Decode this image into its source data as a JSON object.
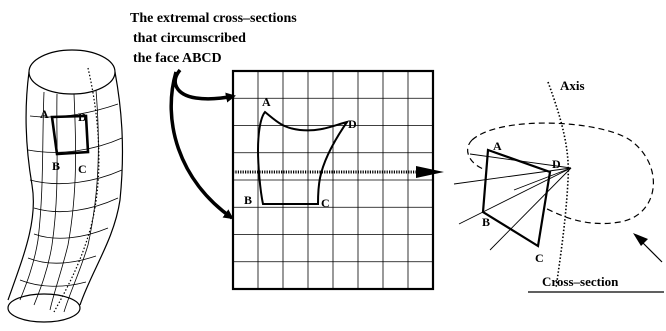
{
  "caption": {
    "line1": "The extremal cross–sections",
    "line2": "that circumscribed",
    "line3": "the face ABCD"
  },
  "surface_labels": {
    "a": "A",
    "b": "B",
    "c": "C",
    "d": "D"
  },
  "grid_labels": {
    "a": "A",
    "b": "B",
    "c": "C",
    "d": "D"
  },
  "section_labels": {
    "a": "A",
    "b": "B",
    "c": "C",
    "d": "D"
  },
  "axis_label": "Axis",
  "cross_section_label": "Cross–section"
}
